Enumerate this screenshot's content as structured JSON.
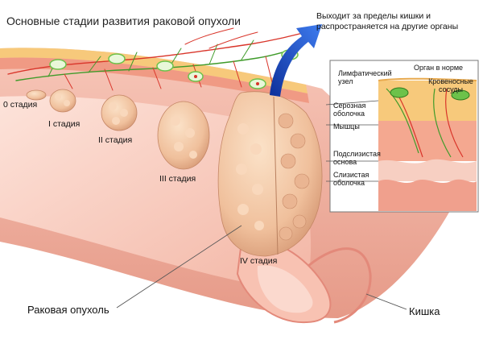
{
  "title": "Основные стадии развития раковой опухоли",
  "spread_note": "Выходит за пределы кишки и распространяется на другие органы",
  "stages": [
    {
      "label": "0 стадия"
    },
    {
      "label": "I стадия"
    },
    {
      "label": "II стадия"
    },
    {
      "label": "III стадия"
    },
    {
      "label": "IV стадия"
    }
  ],
  "inset": {
    "organ_normal": "Орган в норме",
    "lymph_node": "Лимфатический узел",
    "blood_vessels": "Кровеносные сосуды",
    "serosa": "Серозная оболочка",
    "muscles": "Мышцы",
    "submucosa": "Подслизистая основа",
    "mucosa": "Слизистая оболочка"
  },
  "tumor_label": "Раковая опухоль",
  "intestine_label": "Кишка",
  "colors": {
    "tissue": "#f4b7a8",
    "tissue_dark": "#e58d7c",
    "wall_inner": "#fbd7cc",
    "serosa": "#f7c97b",
    "tumor": "#f3c9a8",
    "tumor_shadow": "#d89c78",
    "vessel_red": "#d9352a",
    "lymph_green": "#3f9b2a",
    "node_green": "#6cc24a",
    "arrow_blue": "#1d4fd0"
  }
}
